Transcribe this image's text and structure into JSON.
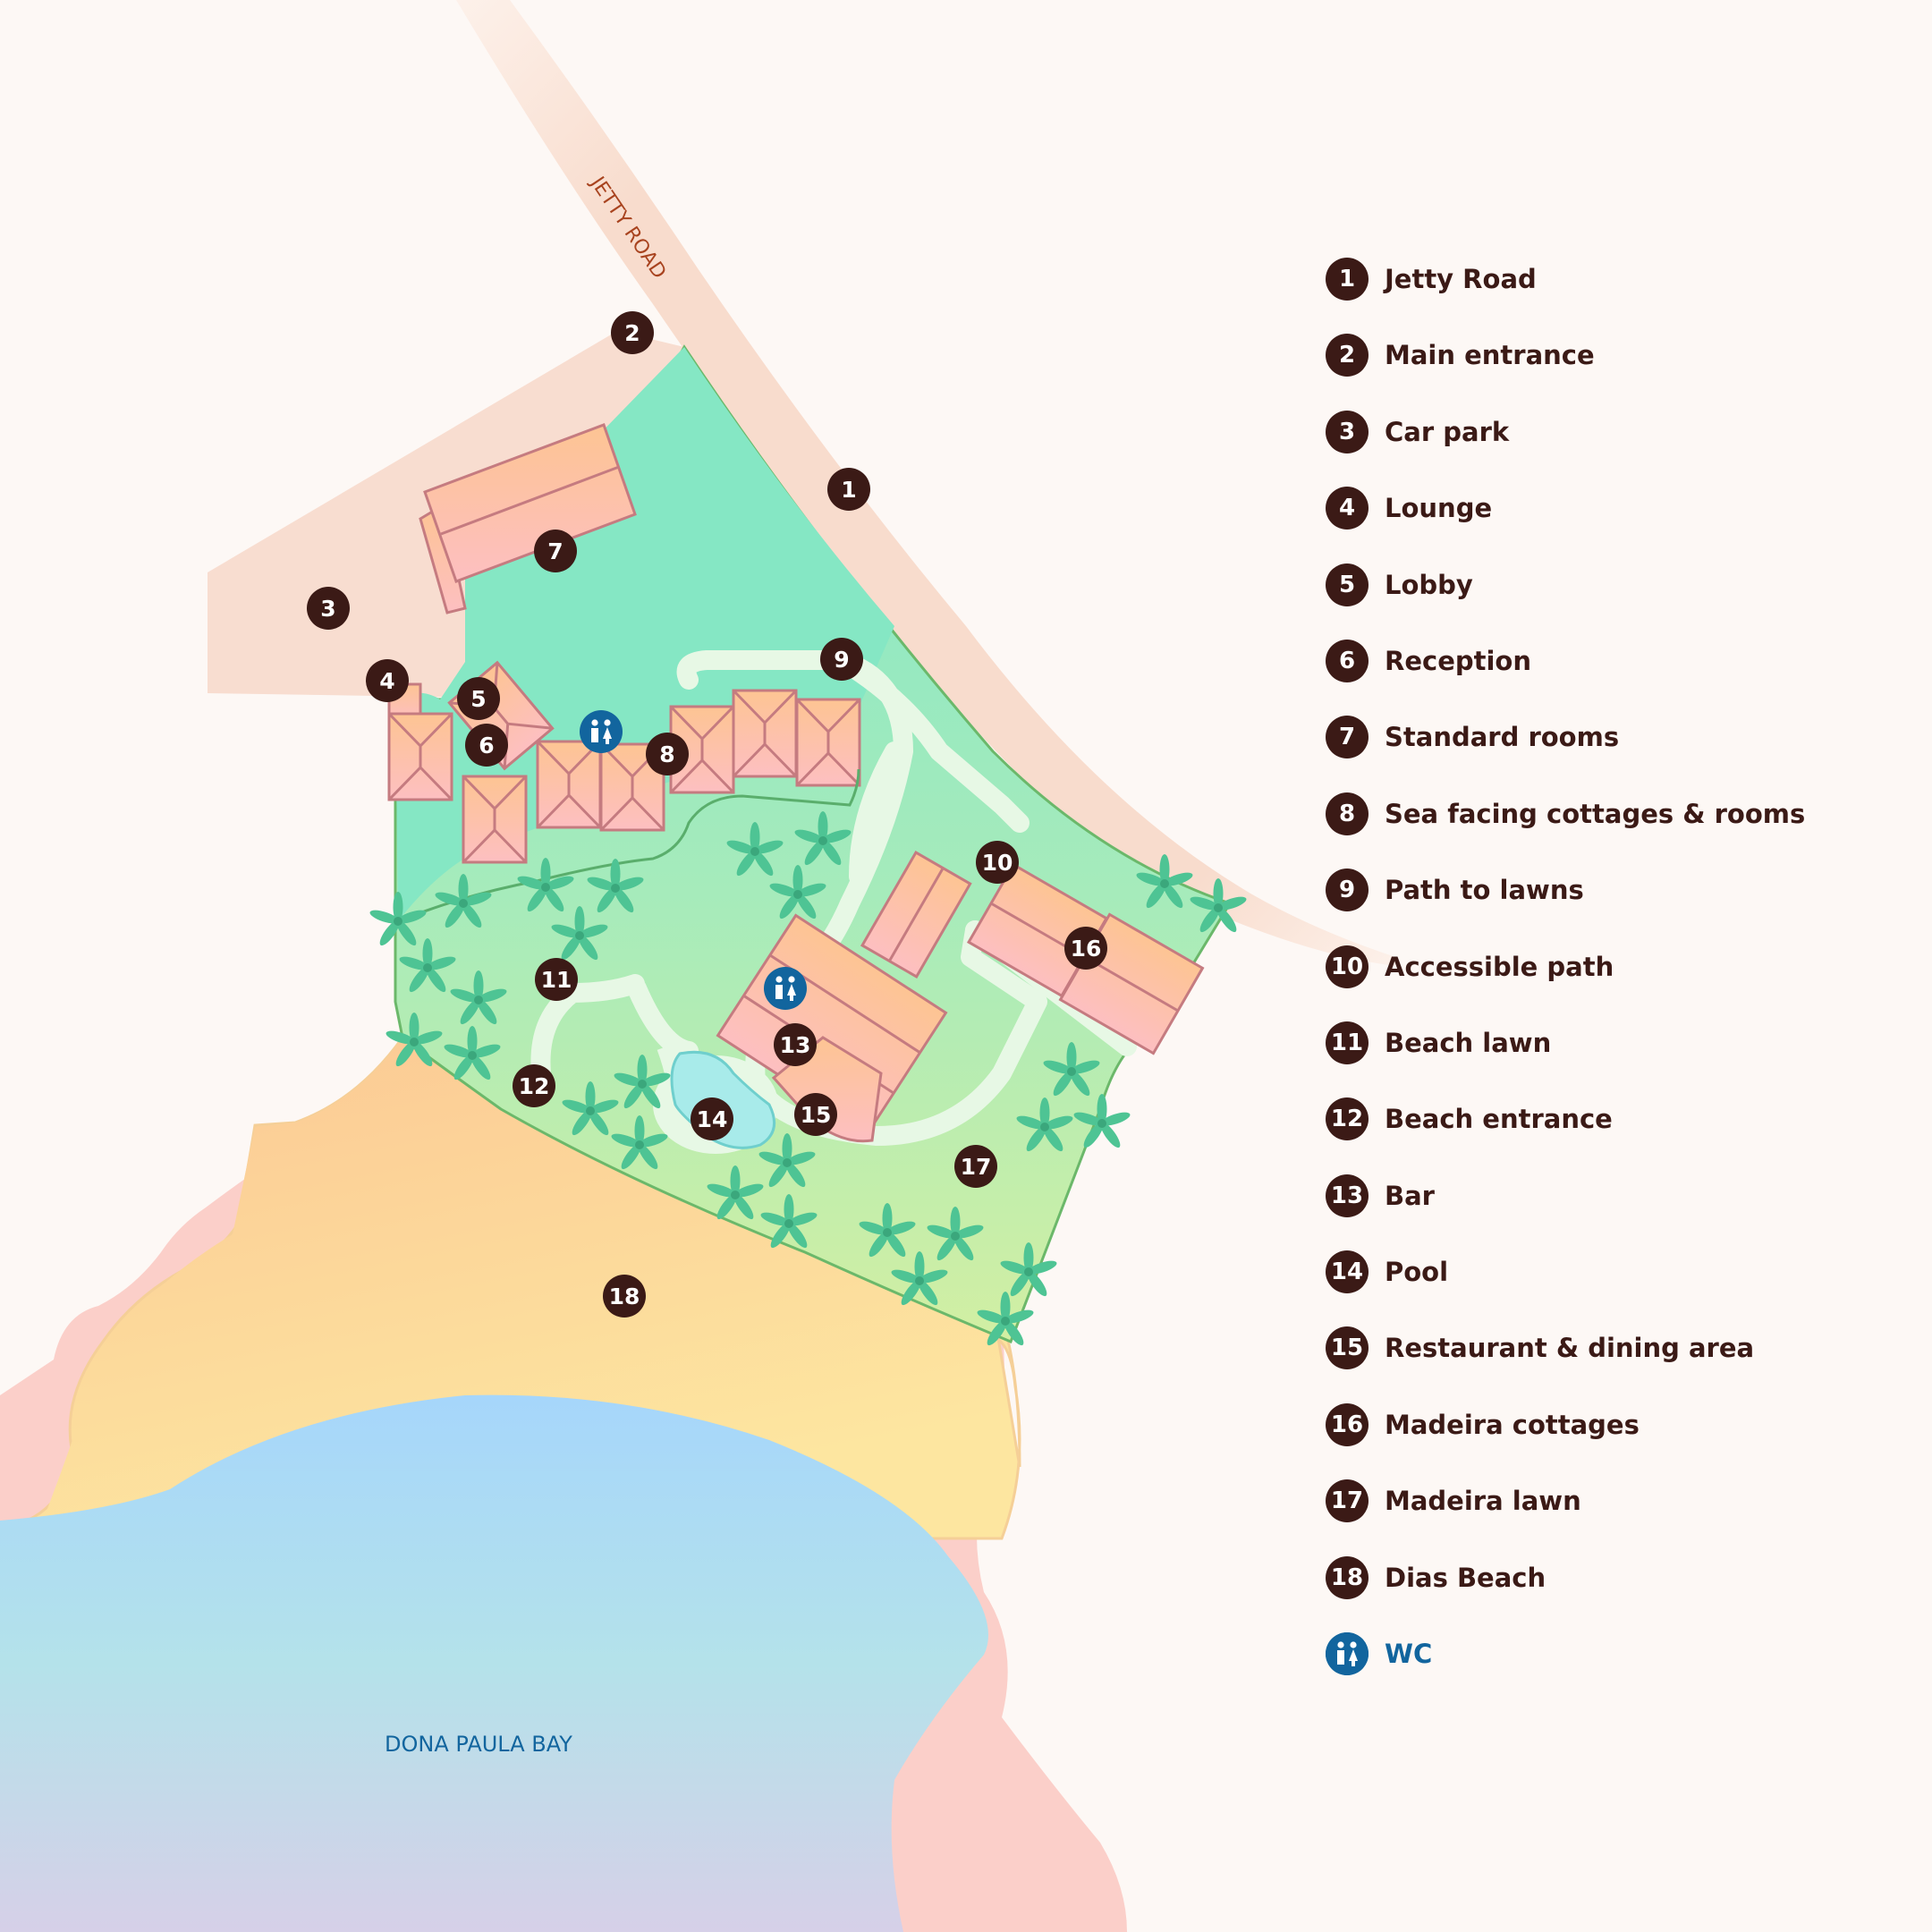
{
  "map": {
    "road_label": "JETTY ROAD",
    "bay_label": "DONA PAULA BAY",
    "colors": {
      "background": "#fdf8f5",
      "road": "#f8ddd0",
      "lawn_green": "#85e7c4",
      "lawn_light": "#d2efa4",
      "beach": "#fbc894",
      "sea_top": "#a6d6fb",
      "sea_bottom": "#d4d2e9",
      "rocks": "#fbcfc9",
      "building_top": "#fcc396",
      "building_bottom": "#fdc0c0",
      "palm": "#4ec494",
      "marker": "#3b1a16",
      "wc": "#12659e"
    },
    "markers": [
      {
        "n": "1"
      },
      {
        "n": "2"
      },
      {
        "n": "3"
      },
      {
        "n": "4"
      },
      {
        "n": "5"
      },
      {
        "n": "6"
      },
      {
        "n": "7"
      },
      {
        "n": "8"
      },
      {
        "n": "9"
      },
      {
        "n": "10"
      },
      {
        "n": "11"
      },
      {
        "n": "12"
      },
      {
        "n": "13"
      },
      {
        "n": "14"
      },
      {
        "n": "15"
      },
      {
        "n": "16"
      },
      {
        "n": "17"
      },
      {
        "n": "18"
      }
    ]
  },
  "legend": {
    "items": [
      {
        "num": "1",
        "label": "Jetty Road"
      },
      {
        "num": "2",
        "label": "Main entrance"
      },
      {
        "num": "3",
        "label": "Car park"
      },
      {
        "num": "4",
        "label": "Lounge"
      },
      {
        "num": "5",
        "label": "Lobby"
      },
      {
        "num": "6",
        "label": "Reception"
      },
      {
        "num": "7",
        "label": "Standard rooms"
      },
      {
        "num": "8",
        "label": "Sea facing cottages & rooms"
      },
      {
        "num": "9",
        "label": "Path to lawns"
      },
      {
        "num": "10",
        "label": "Accessible path"
      },
      {
        "num": "11",
        "label": "Beach lawn"
      },
      {
        "num": "12",
        "label": "Beach entrance"
      },
      {
        "num": "13",
        "label": "Bar"
      },
      {
        "num": "14",
        "label": "Pool"
      },
      {
        "num": "15",
        "label": "Restaurant & dining area"
      },
      {
        "num": "16",
        "label": "Madeira cottages"
      },
      {
        "num": "17",
        "label": "Madeira lawn"
      },
      {
        "num": "18",
        "label": "Dias Beach"
      }
    ],
    "wc_label": "WC"
  }
}
